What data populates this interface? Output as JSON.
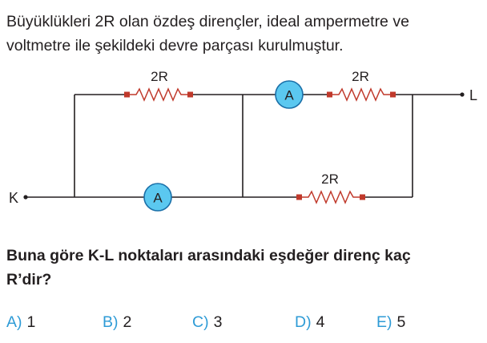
{
  "intro": {
    "line1": "Büyüklükleri 2R olan özdeş dirençler, ideal ampermetre ve",
    "line2": "voltmetre ile şekildeki devre parçası kurulmuştur."
  },
  "circuit": {
    "resistor_label": "2R",
    "ammeter_label": "A",
    "terminal_k": "K",
    "terminal_l": "L",
    "colors": {
      "wire": "#231f20",
      "resistor": "#c0392b",
      "ammeter_fill": "#5bc8f0",
      "ammeter_stroke": "#1a6fa8"
    }
  },
  "question": {
    "line1": "Buna göre K-L noktaları arasındaki eşdeğer direnç kaç",
    "line2": "R’dir?"
  },
  "options": [
    {
      "letter": "A)",
      "value": "1"
    },
    {
      "letter": "B)",
      "value": "2"
    },
    {
      "letter": "C)",
      "value": "3"
    },
    {
      "letter": "D)",
      "value": "4"
    },
    {
      "letter": "E)",
      "value": "5"
    }
  ],
  "accent_color": "#2e9bd6"
}
